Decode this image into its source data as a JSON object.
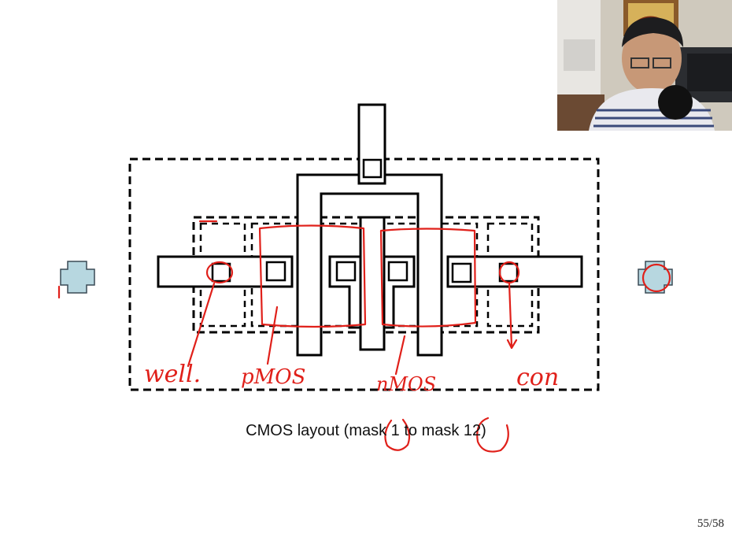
{
  "slide": {
    "caption": "CMOS layout (mask 1 to mask 12)",
    "page_number": "55/58"
  },
  "annotations": {
    "well": "well.",
    "pmos": "pMOS",
    "nmos": "nMOS",
    "con": "con"
  },
  "colors": {
    "ink": "#000000",
    "annotation": "#e0201a",
    "pad_fill": "#b7d7e0"
  }
}
